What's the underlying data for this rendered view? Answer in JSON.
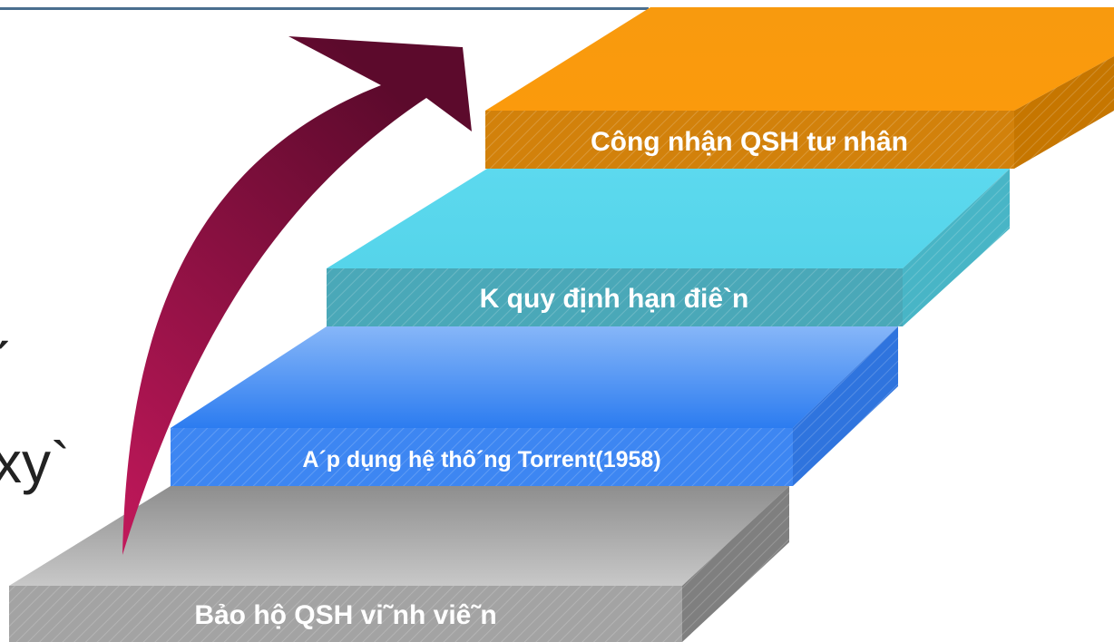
{
  "steps": [
    {
      "label": "Bảo hộ QSH vi˜nh viê˜n",
      "color": "#a6a6a6"
    },
    {
      "label": "A´p dụng hệ thô´ng Torrent(1958)",
      "color": "#3f86f2"
    },
    {
      "label": "K quy định hạn điê`n",
      "color": "#4fb8c4"
    },
    {
      "label": "Công nhận QSH tư nhân",
      "color": "#f39a0f"
    }
  ],
  "side_text": {
    "line1": "ˊ",
    "line2": "xy`"
  }
}
